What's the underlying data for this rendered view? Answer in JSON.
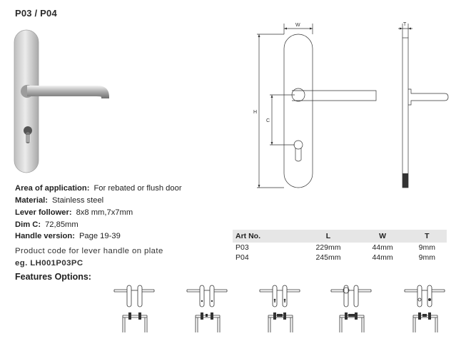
{
  "title": "P03 / P04",
  "specs": {
    "area_label": "Area of application:",
    "area_value": "For rebated or flush door",
    "material_label": "Material:",
    "material_value": "Stainless steel",
    "follower_label": "Lever follower:",
    "follower_value": "8x8 mm,7x7mm",
    "dimc_label": "Dim C:",
    "dimc_value": "72,85mm",
    "handle_label": "Handle version:",
    "handle_value": "Page 19-39"
  },
  "product_code": {
    "label": "Product code for lever handle on plate",
    "example": "eg. LH001P03PC"
  },
  "features_title": "Features Options:",
  "drawing_labels": {
    "w": "W",
    "h": "H",
    "c": "C",
    "t": "T"
  },
  "table": {
    "headers": [
      "Art No.",
      "L",
      "W",
      "T"
    ],
    "rows": [
      [
        "P03",
        "229mm",
        "44mm",
        "9mm"
      ],
      [
        "P04",
        "245mm",
        "44mm",
        "9mm"
      ]
    ]
  },
  "colors": {
    "plate_light": "#e8e8e8",
    "plate_dark": "#9a9a9a",
    "table_header": "#e6e6e6",
    "line": "#333333"
  },
  "feature_icons": [
    "plain-plate-icon",
    "keyhole-plate-icon",
    "profile-cylinder-plate-icon",
    "round-rose-plate-icon",
    "bathroom-plate-icon"
  ]
}
